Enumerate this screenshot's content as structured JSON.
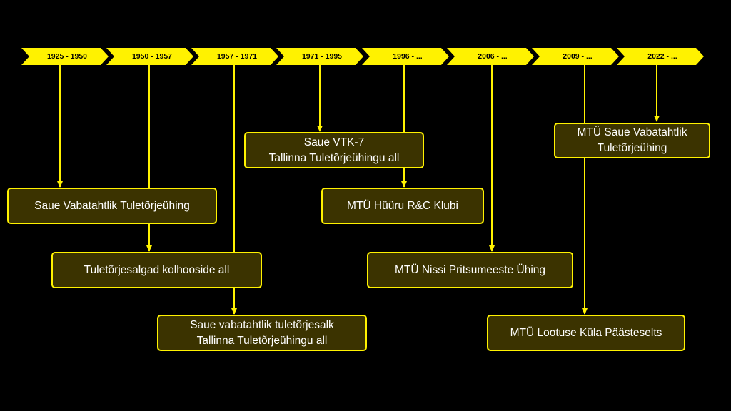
{
  "colors": {
    "background": "#000000",
    "accent": "#FFF200",
    "box_fill": "#3B3300",
    "text": "#FFFFFF"
  },
  "timeline": {
    "periods": [
      "1925 - 1950",
      "1950 - 1957",
      "1957 - 1971",
      "1971 - 1995",
      "1996 - ...",
      "2006 - ...",
      "2009 - ...",
      "2022 - ..."
    ]
  },
  "organizations": {
    "saue_vabatahtlik_1925": [
      "Saue Vabatahtlik Tuletõrjeühing"
    ],
    "kolhoosid_1950": [
      "Tuletõrjesalgad kolhooside all"
    ],
    "saue_salk_1957": [
      "Saue vabatahtlik tuletõrjesalk",
      "Tallinna Tuletõrjeühingu all"
    ],
    "saue_vtk7_1971": [
      "Saue VTK-7",
      "Tallinna Tuletõrjeühingu all"
    ],
    "huuru_1996": [
      "MTÜ Hüüru R&C Klubi"
    ],
    "nissi_2006": [
      "MTÜ Nissi Pritsumeeste Ühing"
    ],
    "lootuse_2009": [
      "MTÜ Lootuse Küla Päästeselts"
    ],
    "saue_mtu_2022": [
      "MTÜ Saue Vabatahtlik",
      "Tuletõrjeühing"
    ]
  }
}
